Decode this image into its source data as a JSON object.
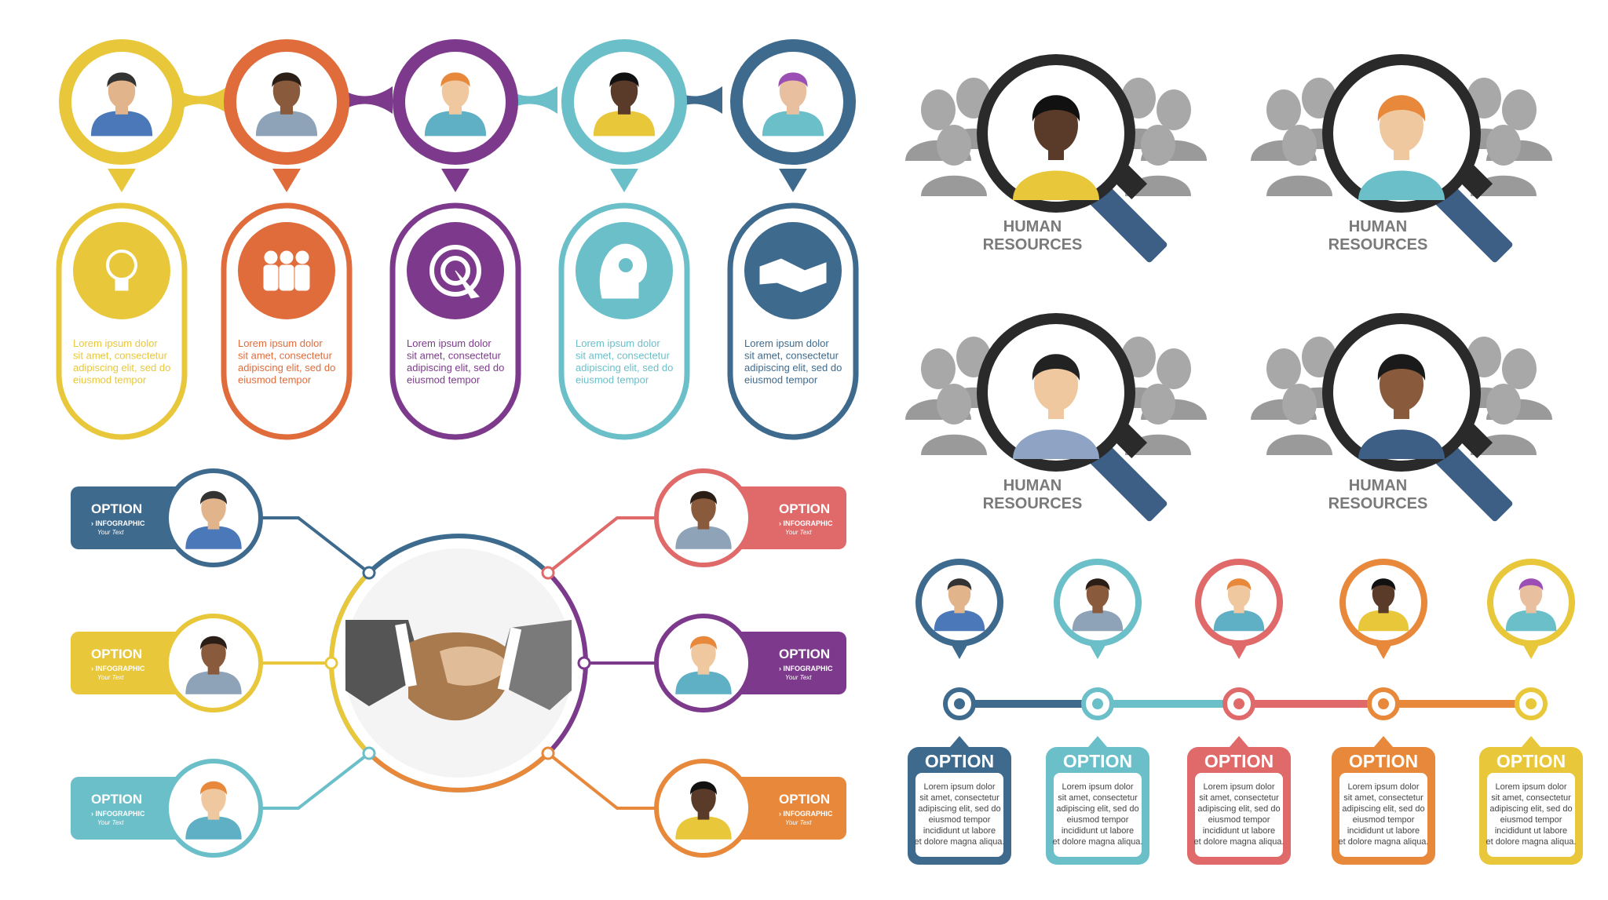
{
  "colors": {
    "yellow": "#E8C73A",
    "orange_red": "#E06C3C",
    "purple": "#7D3A8C",
    "teal": "#6BBFC9",
    "navy": "#3E6A8E",
    "coral": "#E06A6A",
    "orange": "#E8883A",
    "gray_crowd": "#9A9A9A",
    "magnifier": "#2A2A2A",
    "handle_blue": "#3D5F85"
  },
  "top_left": {
    "cards": [
      {
        "icon": "lightbulb-icon",
        "text": [
          "Lorem ipsum dolor",
          "sit amet, consectetur",
          "adipiscing elit, sed do",
          "eiusmod tempor"
        ],
        "color": "yellow"
      },
      {
        "icon": "team-icon",
        "text": [
          "Lorem ipsum dolor",
          "sit amet, consectetur",
          "adipiscing elit, sed do",
          "eiusmod tempor"
        ],
        "color": "orange_red"
      },
      {
        "icon": "target-cursor-icon",
        "text": [
          "Lorem ipsum dolor",
          "sit amet, consectetur",
          "adipiscing elit, sed do",
          "eiusmod tempor"
        ],
        "color": "purple"
      },
      {
        "icon": "head-gears-icon",
        "text": [
          "Lorem ipsum dolor",
          "sit amet, consectetur",
          "adipiscing elit, sed do",
          "eiusmod tempor"
        ],
        "color": "teal"
      },
      {
        "icon": "handshake-icon",
        "text": [
          "Lorem ipsum dolor",
          "sit amet, consectetur",
          "adipiscing elit, sed do",
          "eiusmod tempor"
        ],
        "color": "navy"
      }
    ]
  },
  "hr": {
    "label_line1": "HUMAN",
    "label_line2": "RESOURCES"
  },
  "handshake_section": {
    "center_icon": "handshake-icon",
    "left_options": [
      {
        "title": "OPTION",
        "sub": "INFOGRAPHIC",
        "small": "Your Text",
        "color": "navy"
      },
      {
        "title": "OPTION",
        "sub": "INFOGRAPHIC",
        "small": "Your Text",
        "color": "yellow"
      },
      {
        "title": "OPTION",
        "sub": "INFOGRAPHIC",
        "small": "Your Text",
        "color": "teal"
      }
    ],
    "right_options": [
      {
        "title": "OPTION",
        "sub": "INFOGRAPHIC",
        "small": "Your Text",
        "color": "coral"
      },
      {
        "title": "OPTION",
        "sub": "INFOGRAPHIC",
        "small": "Your Text",
        "color": "purple"
      },
      {
        "title": "OPTION",
        "sub": "INFOGRAPHIC",
        "small": "Your Text",
        "color": "orange"
      }
    ]
  },
  "timeline": {
    "items": [
      {
        "title": "OPTION",
        "text": [
          "Lorem ipsum dolor",
          "sit amet, consectetur",
          "adipiscing elit, sed do",
          "eiusmod tempor",
          "incididunt ut labore",
          "et dolore magna aliqua."
        ],
        "color": "navy"
      },
      {
        "title": "OPTION",
        "text": [
          "Lorem ipsum dolor",
          "sit amet, consectetur",
          "adipiscing elit, sed do",
          "eiusmod tempor",
          "incididunt ut labore",
          "et dolore magna aliqua."
        ],
        "color": "teal"
      },
      {
        "title": "OPTION",
        "text": [
          "Lorem ipsum dolor",
          "sit amet, consectetur",
          "adipiscing elit, sed do",
          "eiusmod tempor",
          "incididunt ut labore",
          "et dolore magna aliqua."
        ],
        "color": "coral"
      },
      {
        "title": "OPTION",
        "text": [
          "Lorem ipsum dolor",
          "sit amet, consectetur",
          "adipiscing elit, sed do",
          "eiusmod tempor",
          "incididunt ut labore",
          "et dolore magna aliqua."
        ],
        "color": "orange"
      },
      {
        "title": "OPTION",
        "text": [
          "Lorem ipsum dolor",
          "sit amet, consectetur",
          "adipiscing elit, sed do",
          "eiusmod tempor",
          "incididunt ut labore",
          "et dolore magna aliqua."
        ],
        "color": "yellow"
      }
    ]
  }
}
